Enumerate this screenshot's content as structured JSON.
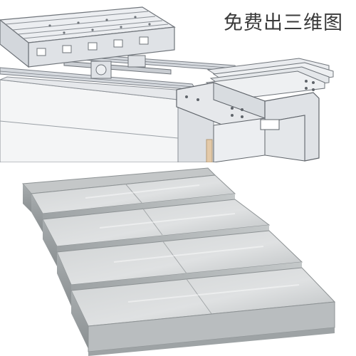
{
  "header": {
    "title": "免费出三维图"
  },
  "colors": {
    "cad_line": "#7a7f86",
    "cad_face": "#e9ebee",
    "cad_shade": "#cfd3d8",
    "steel_light": "#d9dcdd",
    "steel_mid": "#b9bdbf",
    "steel_dark": "#8d9294"
  },
  "images": {
    "cad_render": "cad-render-telescopic-way-cover",
    "product_photo": "steel-telescopic-way-cover-photo"
  }
}
